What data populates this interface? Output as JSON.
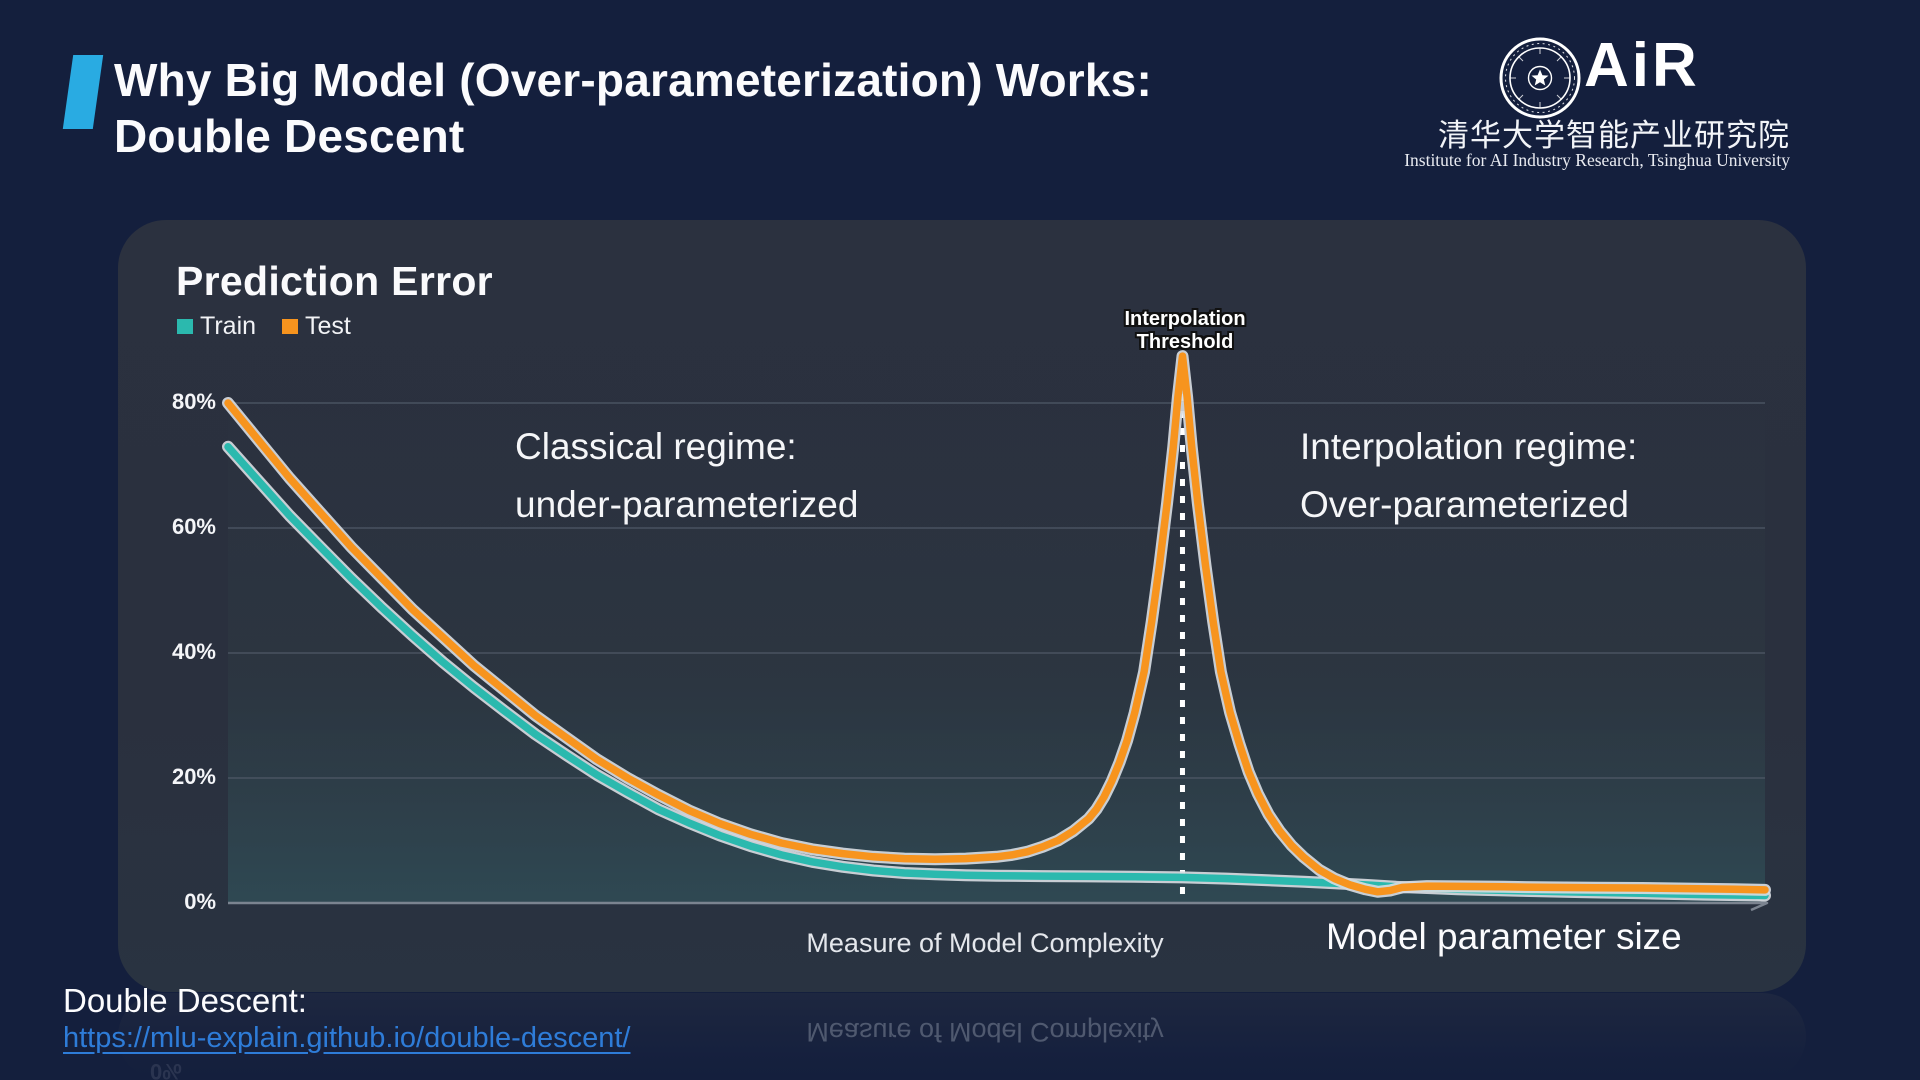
{
  "slide": {
    "title_line1": "Why Big Model (Over-parameterization) Works:",
    "title_line2": "Double Descent",
    "accent_color": "#29ABE2",
    "footer": {
      "label": "Double Descent:",
      "link_text": "https://mlu-explain.github.io/double-descent/",
      "link_url": "https://mlu-explain.github.io/double-descent/",
      "link_color": "#2E7CD8"
    }
  },
  "logo": {
    "air_text": "AiR",
    "cn_line": "清华大学智能产业研究院",
    "en_line": "Institute for AI Industry Research,  Tsinghua University"
  },
  "chart_data": {
    "type": "line",
    "title": "Prediction Error",
    "xlabel_left": "Measure of Model Complexity",
    "xlabel_right": "Model parameter size",
    "xlim": [
      0,
      100
    ],
    "ylim": [
      0,
      90
    ],
    "grid": true,
    "legend_position": "top-left",
    "yticks": [
      {
        "value": 80,
        "label": "80%"
      },
      {
        "value": 60,
        "label": "60%"
      },
      {
        "value": 40,
        "label": "40%"
      },
      {
        "value": 20,
        "label": "20%"
      },
      {
        "value": 0,
        "label": "0%"
      }
    ],
    "legend": [
      {
        "name": "Train",
        "color": "#2BB9AE"
      },
      {
        "name": "Test",
        "color": "#F7941E"
      }
    ],
    "threshold_x": 62.1,
    "annotations": {
      "threshold_line1": "Interpolation",
      "threshold_line2": "Threshold",
      "classical_line1": "Classical regime:",
      "classical_line2": "under-parameterized",
      "interp_line1": "Interpolation regime:",
      "interp_line2": "Over-parameterized"
    },
    "series": [
      {
        "name": "Train",
        "color": "#2BB9AE",
        "points": [
          [
            0,
            73
          ],
          [
            2,
            67.5
          ],
          [
            4,
            62
          ],
          [
            6,
            57
          ],
          [
            8,
            52
          ],
          [
            10,
            47.3
          ],
          [
            12,
            42.8
          ],
          [
            14,
            38.5
          ],
          [
            16,
            34.5
          ],
          [
            18,
            30.7
          ],
          [
            20,
            27
          ],
          [
            22,
            23.7
          ],
          [
            24,
            20.5
          ],
          [
            26,
            17.7
          ],
          [
            28,
            15
          ],
          [
            30,
            12.8
          ],
          [
            32,
            10.8
          ],
          [
            34,
            9.1
          ],
          [
            36,
            7.7
          ],
          [
            38,
            6.6
          ],
          [
            40,
            5.8
          ],
          [
            42,
            5.2
          ],
          [
            44,
            4.8
          ],
          [
            46,
            4.6
          ],
          [
            48,
            4.45
          ],
          [
            50,
            4.35
          ],
          [
            53,
            4.3
          ],
          [
            56,
            4.25
          ],
          [
            59,
            4.2
          ],
          [
            62.1,
            4.1
          ],
          [
            65,
            3.9
          ],
          [
            68,
            3.6
          ],
          [
            70,
            3.4
          ],
          [
            72,
            3.15
          ],
          [
            74,
            2.9
          ],
          [
            76,
            2.6
          ],
          [
            78,
            2.4
          ],
          [
            80,
            2.2
          ],
          [
            84,
            1.95
          ],
          [
            88,
            1.75
          ],
          [
            92,
            1.55
          ],
          [
            96,
            1.35
          ],
          [
            100,
            1.2
          ]
        ]
      },
      {
        "name": "Test",
        "color": "#F7941E",
        "points": [
          [
            0,
            80
          ],
          [
            2,
            74
          ],
          [
            4,
            68
          ],
          [
            6,
            62.5
          ],
          [
            8,
            57
          ],
          [
            10,
            52
          ],
          [
            12,
            47
          ],
          [
            14,
            42.5
          ],
          [
            16,
            38
          ],
          [
            18,
            34
          ],
          [
            20,
            30
          ],
          [
            22,
            26.5
          ],
          [
            24,
            23
          ],
          [
            26,
            20
          ],
          [
            28,
            17.3
          ],
          [
            30,
            14.8
          ],
          [
            32,
            12.7
          ],
          [
            34,
            11
          ],
          [
            36,
            9.6
          ],
          [
            38,
            8.6
          ],
          [
            40,
            7.9
          ],
          [
            42,
            7.4
          ],
          [
            44,
            7.1
          ],
          [
            46,
            7
          ],
          [
            48,
            7.1
          ],
          [
            50,
            7.4
          ],
          [
            51,
            7.7
          ],
          [
            52,
            8.2
          ],
          [
            53,
            9
          ],
          [
            54,
            10
          ],
          [
            55,
            11.5
          ],
          [
            56,
            13.5
          ],
          [
            56.5,
            15
          ],
          [
            57,
            17
          ],
          [
            57.5,
            19.5
          ],
          [
            58,
            22.5
          ],
          [
            58.5,
            26
          ],
          [
            59,
            30.5
          ],
          [
            59.6,
            37
          ],
          [
            60.1,
            45
          ],
          [
            60.6,
            54
          ],
          [
            61.1,
            64
          ],
          [
            61.5,
            73
          ],
          [
            61.8,
            81
          ],
          [
            62.1,
            87.5
          ],
          [
            62.4,
            81
          ],
          [
            62.7,
            73
          ],
          [
            63.1,
            64
          ],
          [
            63.6,
            54
          ],
          [
            64.1,
            45
          ],
          [
            64.6,
            37
          ],
          [
            65.2,
            30.5
          ],
          [
            65.8,
            25.5
          ],
          [
            66.4,
            21
          ],
          [
            67,
            17.5
          ],
          [
            67.7,
            14.2
          ],
          [
            68.4,
            11.6
          ],
          [
            69.2,
            9.2
          ],
          [
            70,
            7.3
          ],
          [
            71,
            5.3
          ],
          [
            72,
            3.9
          ],
          [
            73,
            2.9
          ],
          [
            74,
            2.2
          ],
          [
            74.8,
            1.8
          ],
          [
            75.6,
            2
          ],
          [
            76.4,
            2.5
          ],
          [
            78,
            2.7
          ],
          [
            80,
            2.65
          ],
          [
            83,
            2.6
          ],
          [
            86,
            2.5
          ],
          [
            89,
            2.45
          ],
          [
            92,
            2.4
          ],
          [
            95,
            2.3
          ],
          [
            98,
            2.2
          ],
          [
            100,
            2.1
          ]
        ]
      }
    ],
    "style": {
      "outline_color": "#D6DADF",
      "grid_color": "#4E5866",
      "axis_color": "#7B8490",
      "dotted_line_color": "#FFFFFF"
    }
  },
  "reflection": {
    "text": "Measure of Model Complexity",
    "tick": "0%"
  }
}
